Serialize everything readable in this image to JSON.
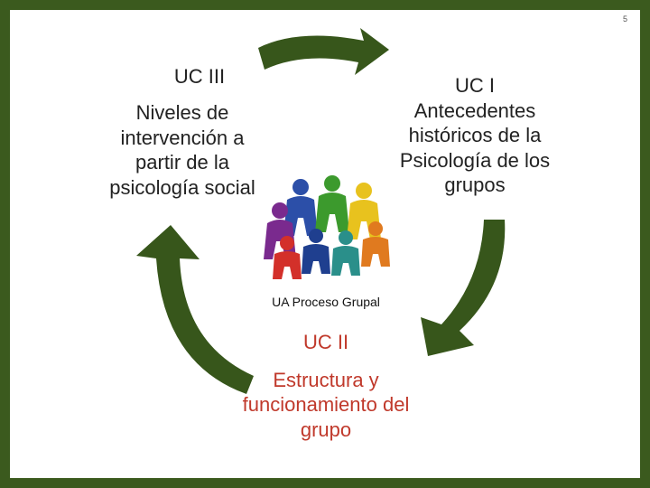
{
  "page_number": "5",
  "nodes": {
    "uc3": {
      "title": "UC III",
      "description": "Niveles de intervención a partir de la psicología social"
    },
    "uc1": {
      "title": "UC I",
      "description": "Antecedentes históricos de la Psicología de los grupos"
    },
    "uc2": {
      "title": "UC II",
      "description": "Estructura y funcionamiento del grupo"
    },
    "center": {
      "label": "UA Proceso Grupal",
      "image": "people-group-icon"
    }
  },
  "colors": {
    "frame": "#3b5a1e",
    "arrow": "#37561b",
    "uc2_text": "#c0392b"
  }
}
